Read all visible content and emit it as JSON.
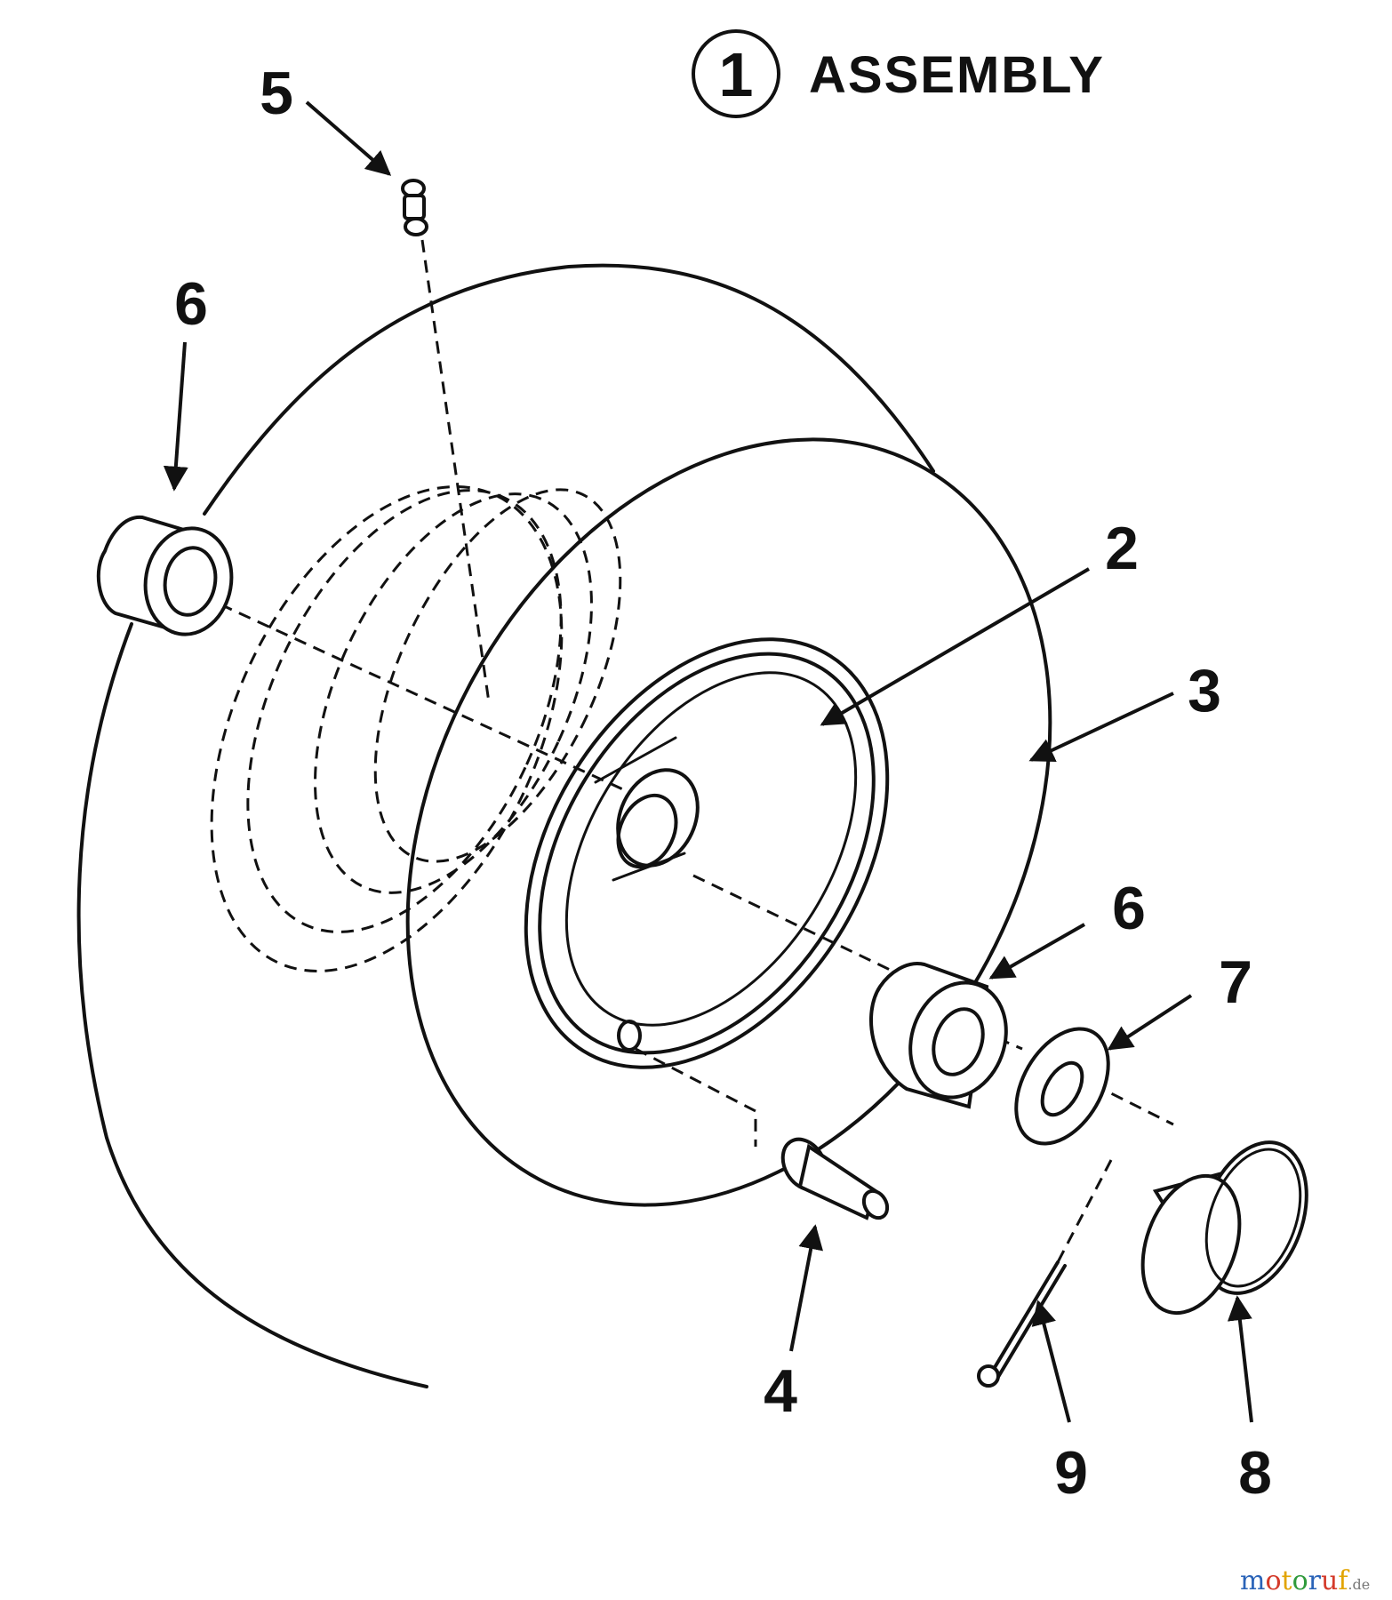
{
  "title": {
    "number": "1",
    "text": "ASSEMBLY"
  },
  "callouts": [
    {
      "id": "callout-5",
      "label": "5"
    },
    {
      "id": "callout-6-left",
      "label": "6"
    },
    {
      "id": "callout-2",
      "label": "2"
    },
    {
      "id": "callout-3",
      "label": "3"
    },
    {
      "id": "callout-6-right",
      "label": "6"
    },
    {
      "id": "callout-7",
      "label": "7"
    },
    {
      "id": "callout-4",
      "label": "4"
    },
    {
      "id": "callout-9",
      "label": "9"
    },
    {
      "id": "callout-8",
      "label": "8"
    }
  ],
  "watermark": {
    "part1": "motoruf",
    "part2": ".de",
    "colors": [
      "#2a63b8",
      "#d43a2a",
      "#e2a400",
      "#2f9a3c"
    ]
  }
}
